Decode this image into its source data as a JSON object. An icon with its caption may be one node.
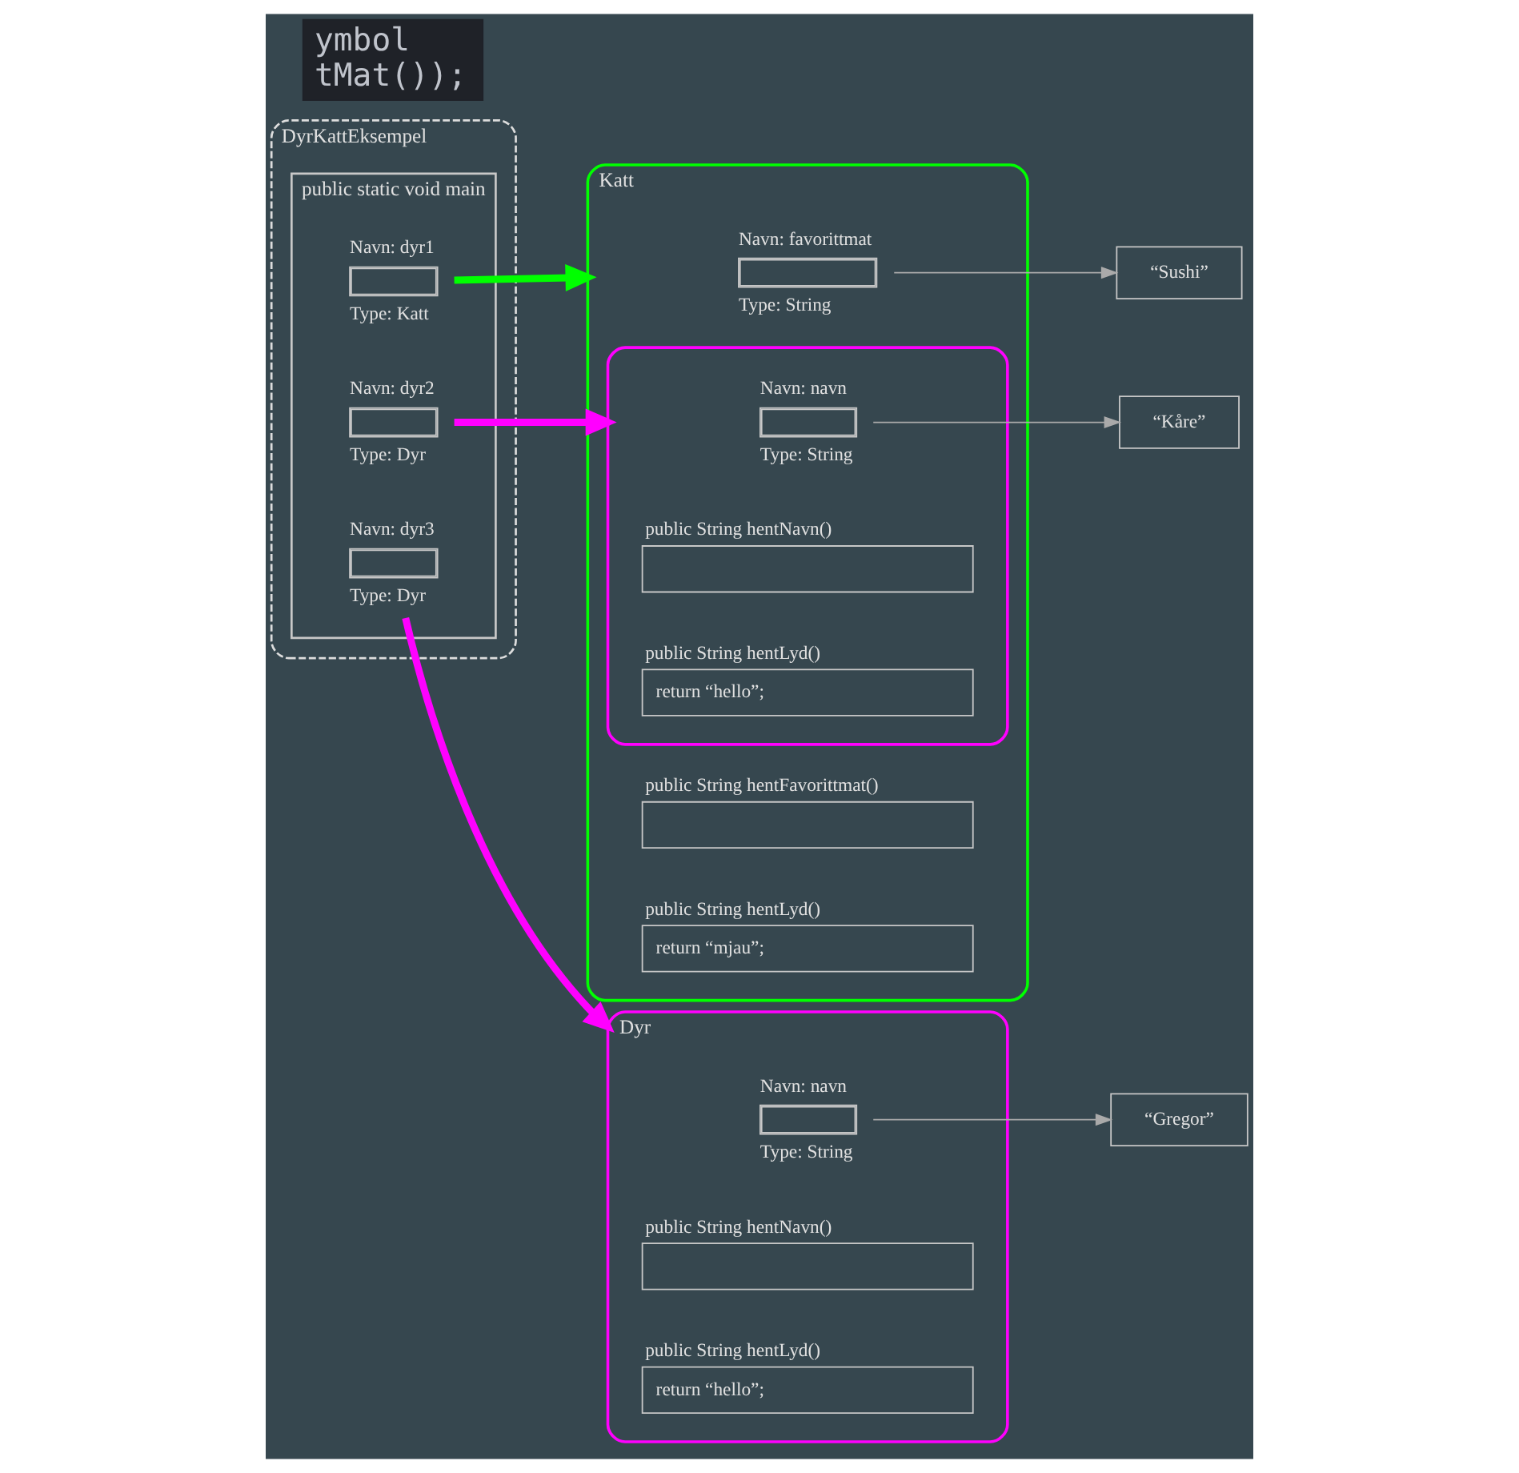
{
  "diagram": {
    "nodes": [
      {
        "text": [
          "DyrKattEksempel"
        ]
      },
      {
        "text": [
          "public static void main"
        ],
        "in": 0
      },
      {
        "text": [
          "Navn: dyr1",
          "Type: Katt"
        ],
        "in": 1
      },
      {
        "text": [
          "Navn: dyr2",
          "Type: Dyr"
        ],
        "in": 1
      },
      {
        "text": [
          "Navn: dyr3",
          "Type: Dyr"
        ],
        "in": 1
      },
      {
        "text": [
          "Katt"
        ]
      },
      {
        "text": [
          "Navn: favorittmat",
          "Type: String"
        ],
        "in": 5
      },
      {
        "text": [
          "public String hentFavorittmat()"
        ],
        "in": 5
      },
      {
        "text": [
          "public String hentLyd()",
          "return “mjau”;"
        ],
        "in": 5
      },
      {
        "text": [],
        "shape": "box",
        "in": 5
      },
      {
        "text": [
          "Navn: navn",
          "Type: String"
        ],
        "in": 9
      },
      {
        "text": [
          "public String hentNavn()"
        ],
        "in": 9
      },
      {
        "text": [
          "public String hentLyd()",
          "return “hello”;"
        ],
        "in": 9
      },
      {
        "text": [
          "Dyr"
        ]
      },
      {
        "text": [
          "Navn: navn",
          "Type: String"
        ],
        "in": 13
      },
      {
        "text": [
          "public String hentNavn()"
        ],
        "in": 13
      },
      {
        "text": [
          "public String hentLyd()",
          "return “hello”;"
        ],
        "in": 13
      },
      {
        "text": [
          "“Sushi”"
        ]
      },
      {
        "text": [
          "“Kåre”"
        ]
      },
      {
        "text": [
          "“Gregor”"
        ]
      }
    ],
    "edges": [
      {
        "from": 6,
        "to": 17,
        "arrow": "to"
      },
      {
        "from": 10,
        "to": 18,
        "arrow": "to"
      },
      {
        "from": 14,
        "to": 19,
        "arrow": "to"
      },
      {
        "from": 2,
        "to": 5,
        "arrow": "to",
        "style": "thick",
        "color": "#00ff00"
      },
      {
        "from": 3,
        "to": 9,
        "arrow": "to",
        "style": "thick",
        "color": "#ff00ff"
      },
      {
        "from": 4,
        "to": 13,
        "arrow": "to",
        "style": "thick",
        "color": "#ff00ff"
      }
    ],
    "labels": [
      "ymbol",
      "tMat());"
    ]
  }
}
